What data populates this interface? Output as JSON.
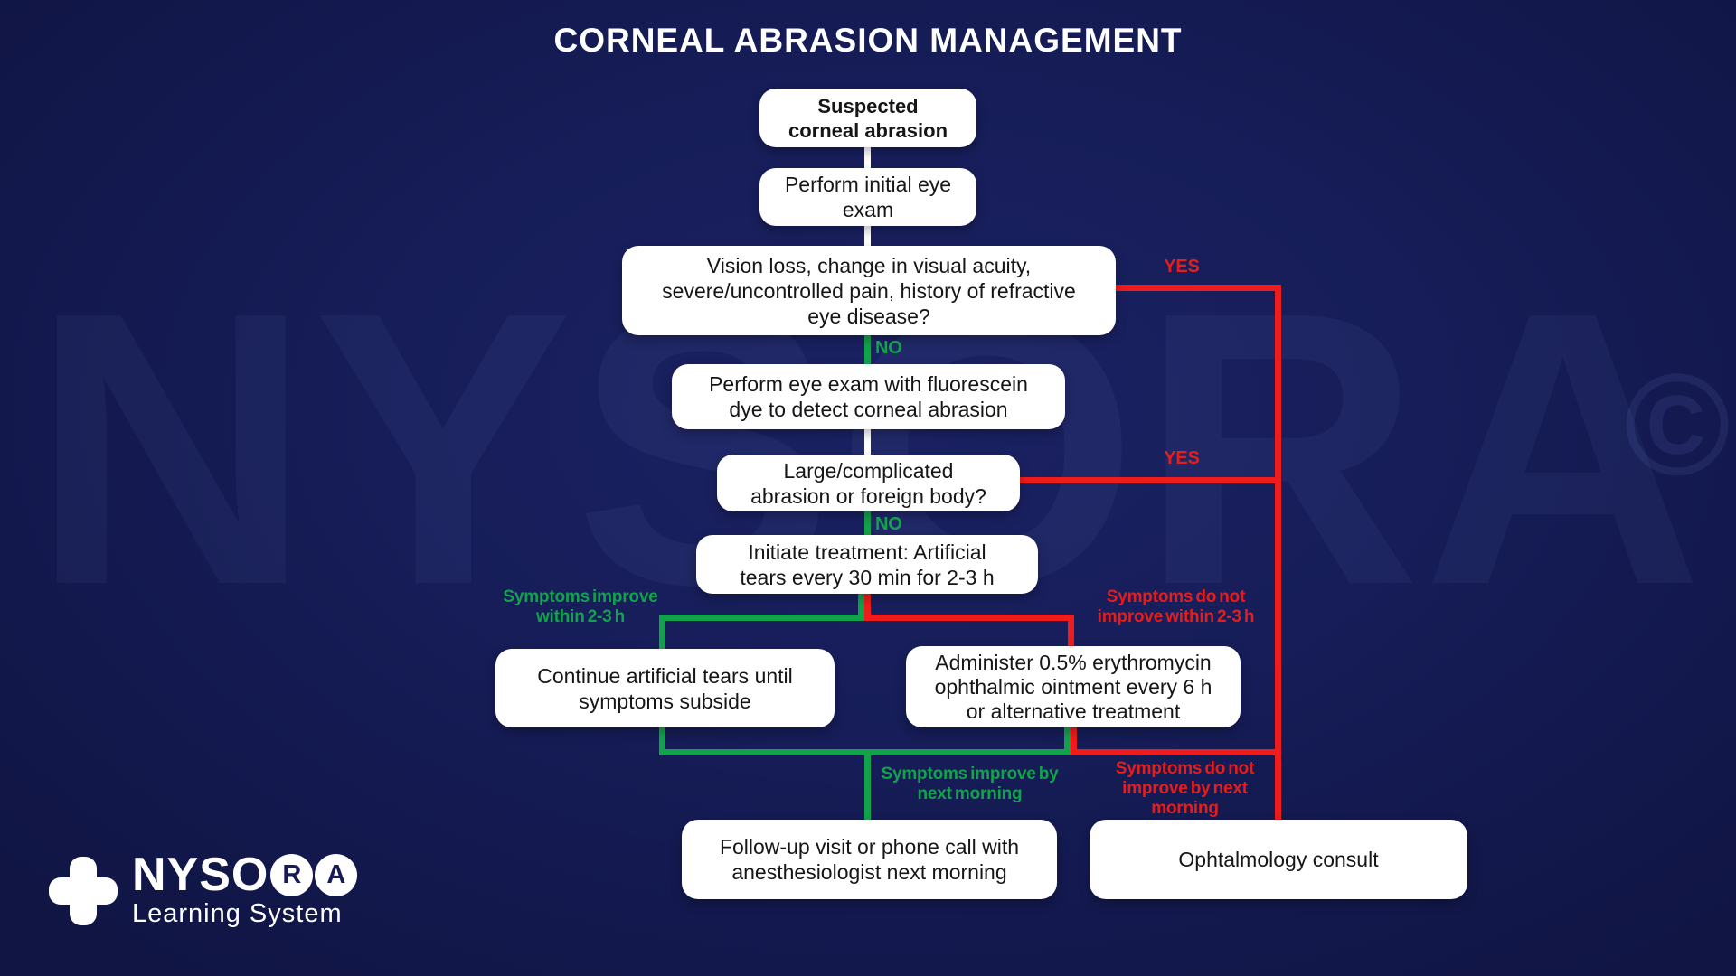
{
  "title": "CORNEAL ABRASION MANAGEMENT",
  "watermark": {
    "text": "NYSORA",
    "copyright": "©"
  },
  "colors": {
    "background": "#141B55",
    "box_fill": "#FFFFFF",
    "box_text": "#161616",
    "connector_white": "#FFFFFF",
    "connector_green": "#13A24C",
    "connector_red": "#EF1C1C",
    "label_green": "#13A24C",
    "label_red": "#E41D1D"
  },
  "nodes": {
    "suspected": "Suspected\ncorneal abrasion",
    "initial_exam": "Perform initial eye\nexam",
    "vision_loss": "Vision loss, change in visual acuity,\nsevere/uncontrolled pain, history of refractive\neye disease?",
    "fluorescein": "Perform eye exam with fluorescein\ndye to detect corneal abrasion",
    "large_complicated": "Large/complicated\nabrasion or foreign body?",
    "initiate_treatment": "Initiate treatment: Artificial\ntears every 30 min for 2-3 h",
    "continue_tears": "Continue artificial tears until\nsymptoms subside",
    "administer": "Administer 0.5% erythromycin\nophthalmic ointment every 6 h\nor alternative treatment",
    "followup": "Follow-up visit or phone call with\nanesthesiologist next morning",
    "ophthalmology": "Ophtalmology consult"
  },
  "labels": {
    "yes1": "YES",
    "no1": "NO",
    "yes2": "YES",
    "no2": "NO",
    "improve_23h": "Symptoms improve\nwithin 2-3 h",
    "not_improve_23h": "Symptoms do not\nimprove within 2-3 h",
    "improve_morning": "Symptoms improve by\nnext morning",
    "not_improve_morning": "Symptoms do not\nimprove by next\nmorning"
  },
  "logo": {
    "plus_icon": "plus-icon",
    "brand": "NYSO",
    "circle_r": "R",
    "circle_a": "A",
    "subtitle": "Learning System"
  }
}
